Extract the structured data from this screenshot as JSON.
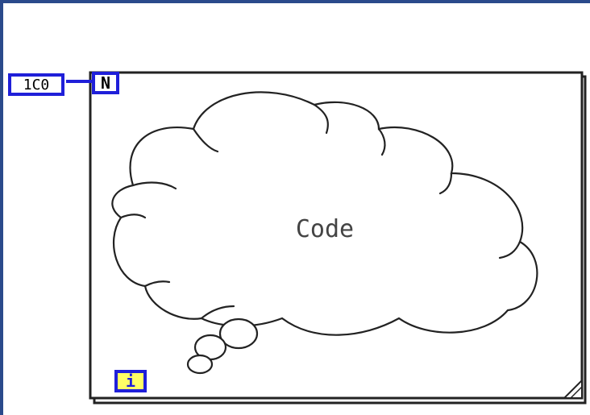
{
  "count_terminal": {
    "value": "1C0"
  },
  "loop_count_terminal": {
    "label": "N"
  },
  "iteration_terminal": {
    "label": "i"
  },
  "cloud_label": "Code",
  "colors": {
    "terminal_border": "#1f1fd9",
    "iteration_fill": "#ffff66",
    "frame": "#2b4a8b"
  }
}
